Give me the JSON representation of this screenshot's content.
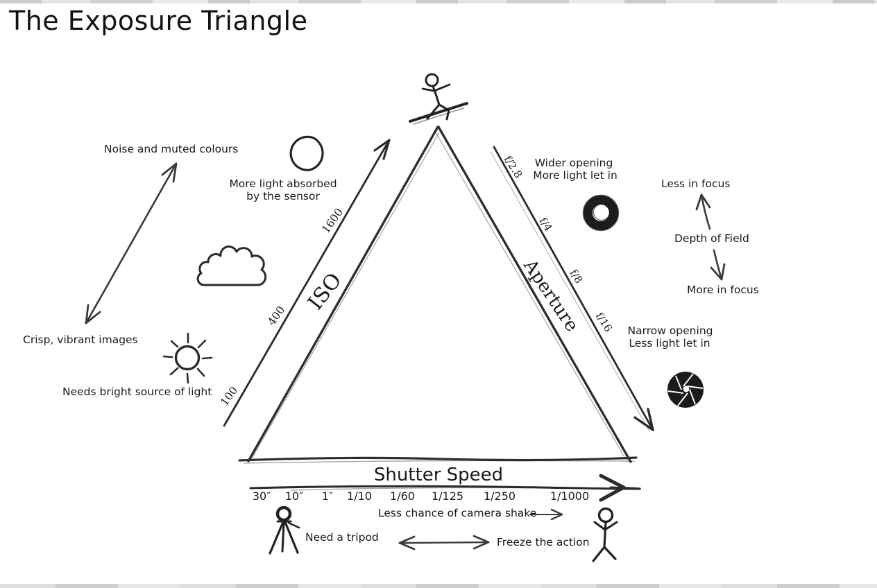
{
  "title": "The Exposure Triangle",
  "colors": {
    "ink": "#2a2a2a",
    "background": "#ffffff"
  },
  "iso_axis": {
    "label": "ISO",
    "ticks": [
      "100",
      "400",
      "1600"
    ],
    "high_note": "Noise and muted colours",
    "low_note": "Crisp, vibrant images",
    "absorb_note_line1": "More light absorbed",
    "absorb_note_line2": "by the sensor",
    "bright_note": "Needs bright source of light"
  },
  "aperture_axis": {
    "label": "Aperture",
    "ticks": [
      "f/2.8",
      "f/4",
      "f/8",
      "f/16"
    ],
    "wide_note_line1": "Wider opening",
    "wide_note_line2": "More light let in",
    "narrow_note_line1": "Narrow opening",
    "narrow_note_line2": "Less light let in",
    "dof_less": "Less in focus",
    "dof_label": "Depth of Field",
    "dof_more": "More in focus"
  },
  "shutter_axis": {
    "label": "Shutter Speed",
    "ticks": [
      "30″",
      "10″",
      "1″",
      "1/10",
      "1/60",
      "1/125",
      "1/250",
      "1/1000"
    ],
    "shake_note": "Less chance of camera shake",
    "tripod_note": "Need a tripod",
    "freeze_note": "Freeze the action"
  },
  "icons": {
    "moon": "crescent-moon",
    "cloud": "cloud",
    "sun": "sun",
    "wide_aperture": "wide-aperture-ring",
    "narrow_aperture": "narrow-aperture-blades",
    "rider": "stick-figure-boarder",
    "tripod": "camera-on-tripod",
    "jumper": "jumping-stick-figure"
  }
}
